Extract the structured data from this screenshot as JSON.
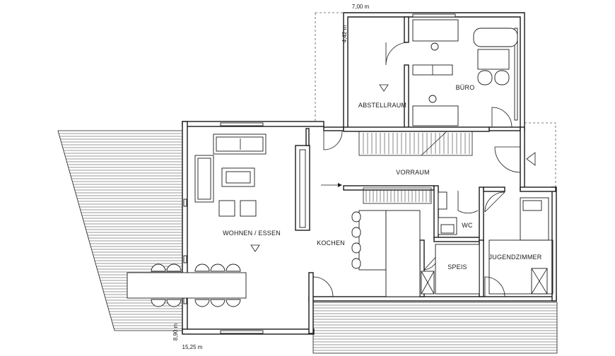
{
  "plan": {
    "rooms": {
      "abstellraum": "ABSTELLRAUM",
      "buero": "BÜRO",
      "vorraum": "VORRAUM",
      "wohnen_essen": "WOHNEN / ESSEN",
      "kochen": "KOCHEN",
      "wc": "WC",
      "speis": "SPEIS",
      "jugendzimmer": "JUGENDZIMMER"
    },
    "dimensions": {
      "top_width": "7,00 m",
      "top_depth": "4,42 m",
      "left_depth": "8,90 m",
      "bottom_width": "15,25 m"
    }
  }
}
